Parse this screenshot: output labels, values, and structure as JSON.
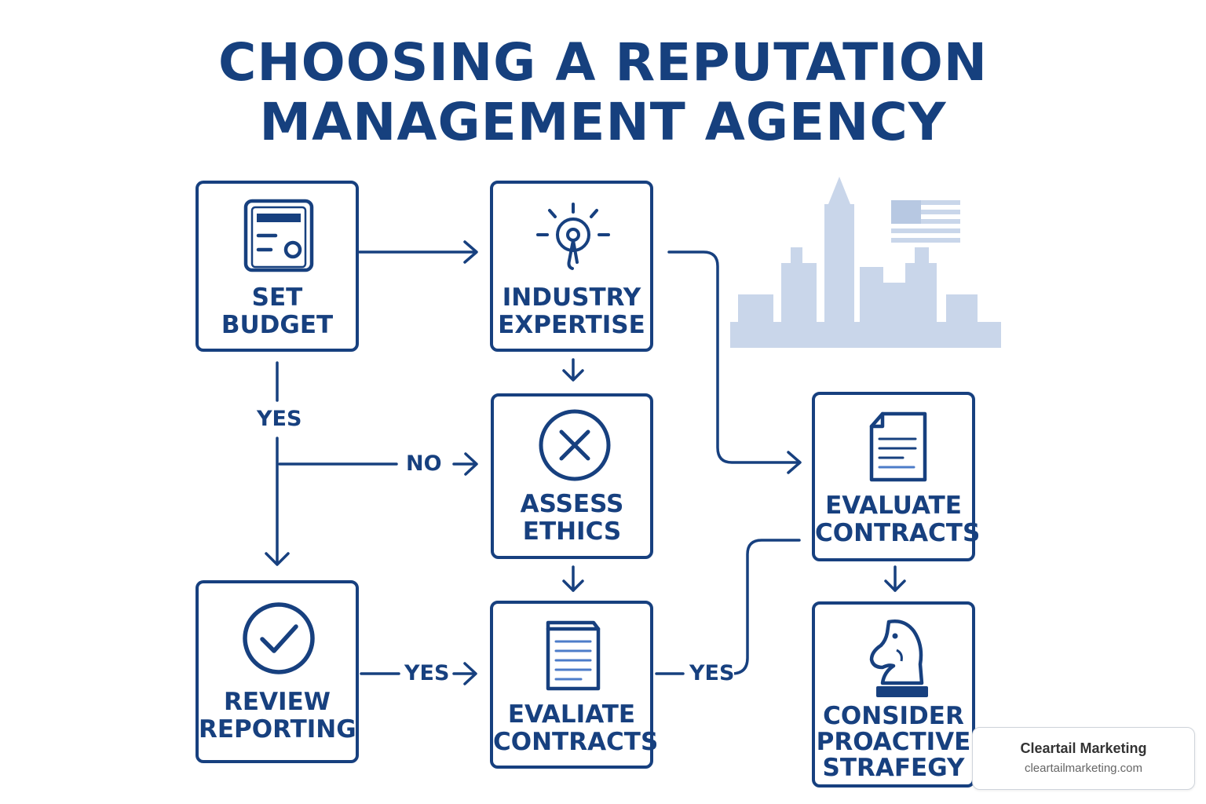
{
  "title": {
    "line1": "CHOOSING A REPUTATION",
    "line2": "MANAGEMENT AGENCY"
  },
  "nodes": {
    "set_budget": {
      "label": "SET\nBUDGET",
      "icon": "budget-card-icon"
    },
    "industry_expertise": {
      "label": "INDUSTRY\nEXPERTISE",
      "icon": "lightbulb-icon"
    },
    "assess_ethics": {
      "label": "ASSESS\nETHICS",
      "icon": "x-circle-icon"
    },
    "review_reporting": {
      "label": "REVIEW\nREPORTING",
      "icon": "check-circle-icon"
    },
    "evaliate_contracts": {
      "label": "EVALIATE\nCONTRACTS",
      "icon": "document-icon"
    },
    "evaluate_contracts": {
      "label": "EVALUATE\nCONTRACTS",
      "icon": "document-icon"
    },
    "consider_proactive_strategy": {
      "label": "CONSIDER\nPROACTIVE\nSTRAFEGY",
      "icon": "chess-knight-icon"
    }
  },
  "edges": {
    "yes_left": "YES",
    "no_middle": "NO",
    "yes_bottom": "YES",
    "yes_right": "YES"
  },
  "decoration": {
    "icon": "city-skyline-with-flag-icon"
  },
  "watermark": {
    "brand": "Cleartail Marketing",
    "domain": "cleartailmarketing.com"
  },
  "colors": {
    "primary": "#17407f",
    "skyline": "#c9d6ea",
    "background": "#ffffff"
  }
}
